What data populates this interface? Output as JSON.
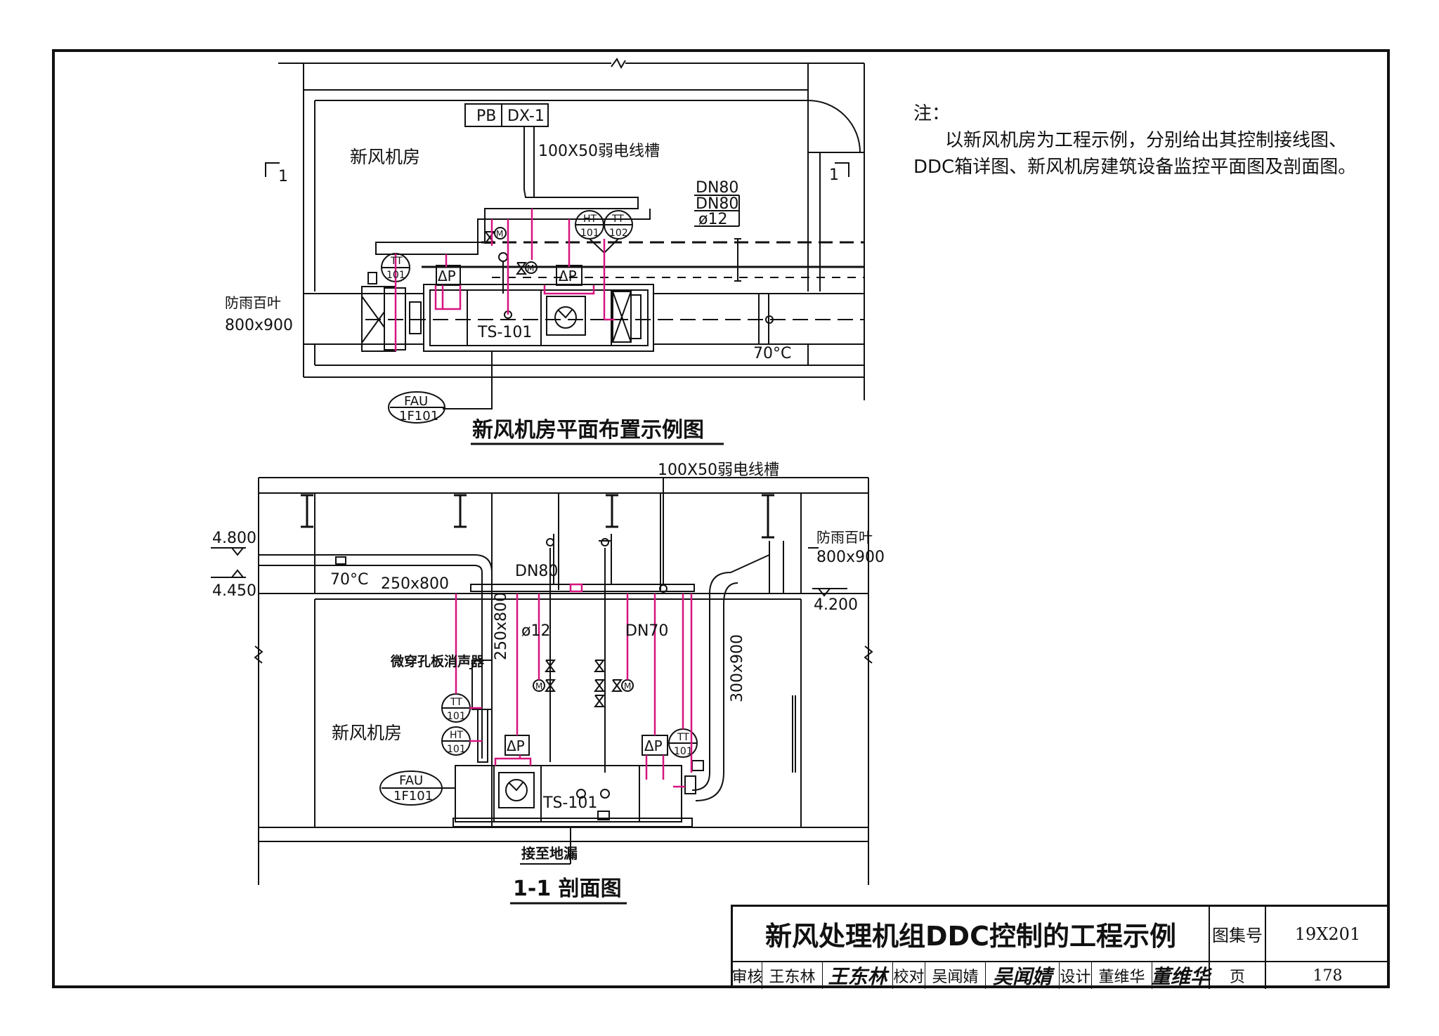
{
  "plan": {
    "room_label": "新风机房",
    "panel_pb": "PB",
    "panel_dx": "DX-1",
    "tray_label": "100X50弱电线槽",
    "section_mark": "1",
    "pipe_dn80_a": "DN80",
    "pipe_dn80_b": "DN80",
    "pipe_phi12": "ø12",
    "louver_label": "防雨百叶",
    "louver_size": "800x900",
    "tt_tag_top": "TT",
    "tt_tag_num": "101",
    "ht_tag_top": "HT",
    "ht_tag_num": "101",
    "tt2_tag_top": "TT",
    "tt2_tag_num": "102",
    "dp_label": "ΔP",
    "ts_label": "TS-101",
    "temp_label": "70°C",
    "fau_top": "FAU",
    "fau_num": "1F101",
    "motor": "M",
    "title": "新风机房平面布置示例图"
  },
  "section": {
    "tray_label": "100X50弱电线槽",
    "elev_4800": "4.800",
    "elev_4450": "4.450",
    "elev_4200": "4.200",
    "temp_label": "70°C",
    "duct_250x800": "250x800",
    "duct_250x800_v": "250x800",
    "duct_300x900": "300x900",
    "pipe_dn80": "DN80",
    "pipe_phi12": "ø12",
    "pipe_dn70": "DN70",
    "louver_label": "防雨百叶",
    "louver_size": "800x900",
    "silencer_label": "微穿孔板消声器",
    "room_label": "新风机房",
    "tt_top": "TT",
    "tt_num": "101",
    "ht_top": "HT",
    "ht_num": "101",
    "dp_label": "ΔP",
    "ts_label": "TS-101",
    "fau_top": "FAU",
    "fau_num": "1F101",
    "drain_label": "接至地漏",
    "motor": "M",
    "title": "1-1 剖面图"
  },
  "notes": {
    "heading": "注：",
    "line1": "以新风机房为工程示例，分别给出其控制接线图、",
    "line2": "DDC箱详图、新风机房建筑设备监控平面图及剖面图。"
  },
  "title_block": {
    "title": "新风处理机组DDC控制的工程示例",
    "atlas_label": "图集号",
    "atlas_no": "19X201",
    "review_label": "审核",
    "review_name": "王东林",
    "review_sig": "王东林",
    "check_label": "校对",
    "check_name": "吴闻婧",
    "check_sig": "吴闻婧",
    "design_label": "设计",
    "design_name": "董维华",
    "design_sig": "董维华",
    "page_label": "页",
    "page_no": "178"
  },
  "colors": {
    "line": "#111111",
    "signal": "#d6147f",
    "paper": "#ffffff"
  }
}
